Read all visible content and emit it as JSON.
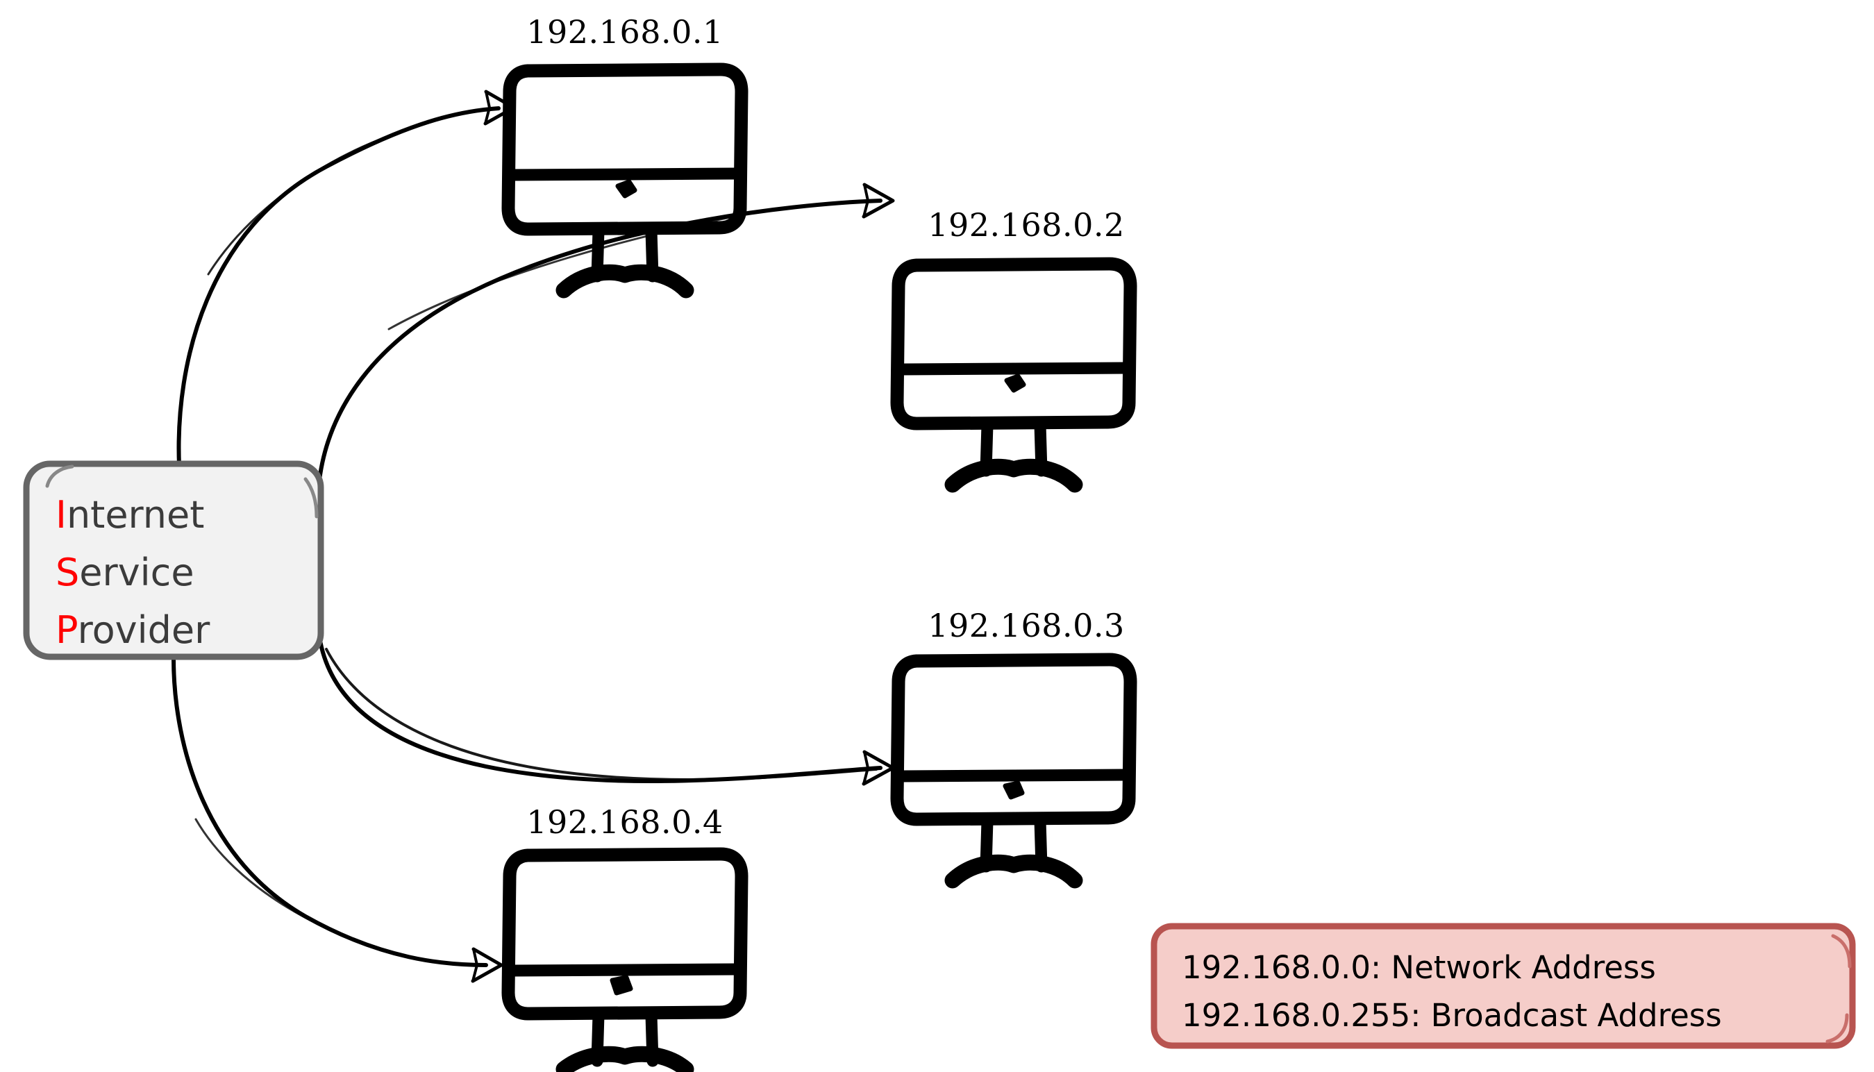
{
  "diagram": {
    "title": "ISP to LAN hosts network diagram",
    "background_color": "#ffffff"
  },
  "isp_node": {
    "name": "internet-service-provider",
    "lines": [
      {
        "cap": "I",
        "rest": "nternet"
      },
      {
        "cap": "S",
        "rest": "ervice"
      },
      {
        "cap": "P",
        "rest": "rovider"
      }
    ],
    "full_text": "Internet Service Provider",
    "fill_color": "#f2f2f2",
    "border_color": "#666666",
    "cap_color": "#ff0000",
    "text_color": "#3b3b3b"
  },
  "hosts": [
    {
      "id": "host-1",
      "label": "192.168.0.1"
    },
    {
      "id": "host-2",
      "label": "192.168.0.2"
    },
    {
      "id": "host-3",
      "label": "192.168.0.3"
    },
    {
      "id": "host-4",
      "label": "192.168.0.4"
    }
  ],
  "note": {
    "name": "address-note",
    "lines": [
      "192.168.0.0: Network Address",
      "192.168.0.255: Broadcast Address"
    ],
    "fill_color": "#f5cdc9",
    "border_color": "#b85450",
    "text_color": "#000000"
  },
  "connections": [
    {
      "from": "internet-service-provider",
      "to": "host-1"
    },
    {
      "from": "internet-service-provider",
      "to": "host-2"
    },
    {
      "from": "internet-service-provider",
      "to": "host-3"
    },
    {
      "from": "internet-service-provider",
      "to": "host-4"
    }
  ]
}
